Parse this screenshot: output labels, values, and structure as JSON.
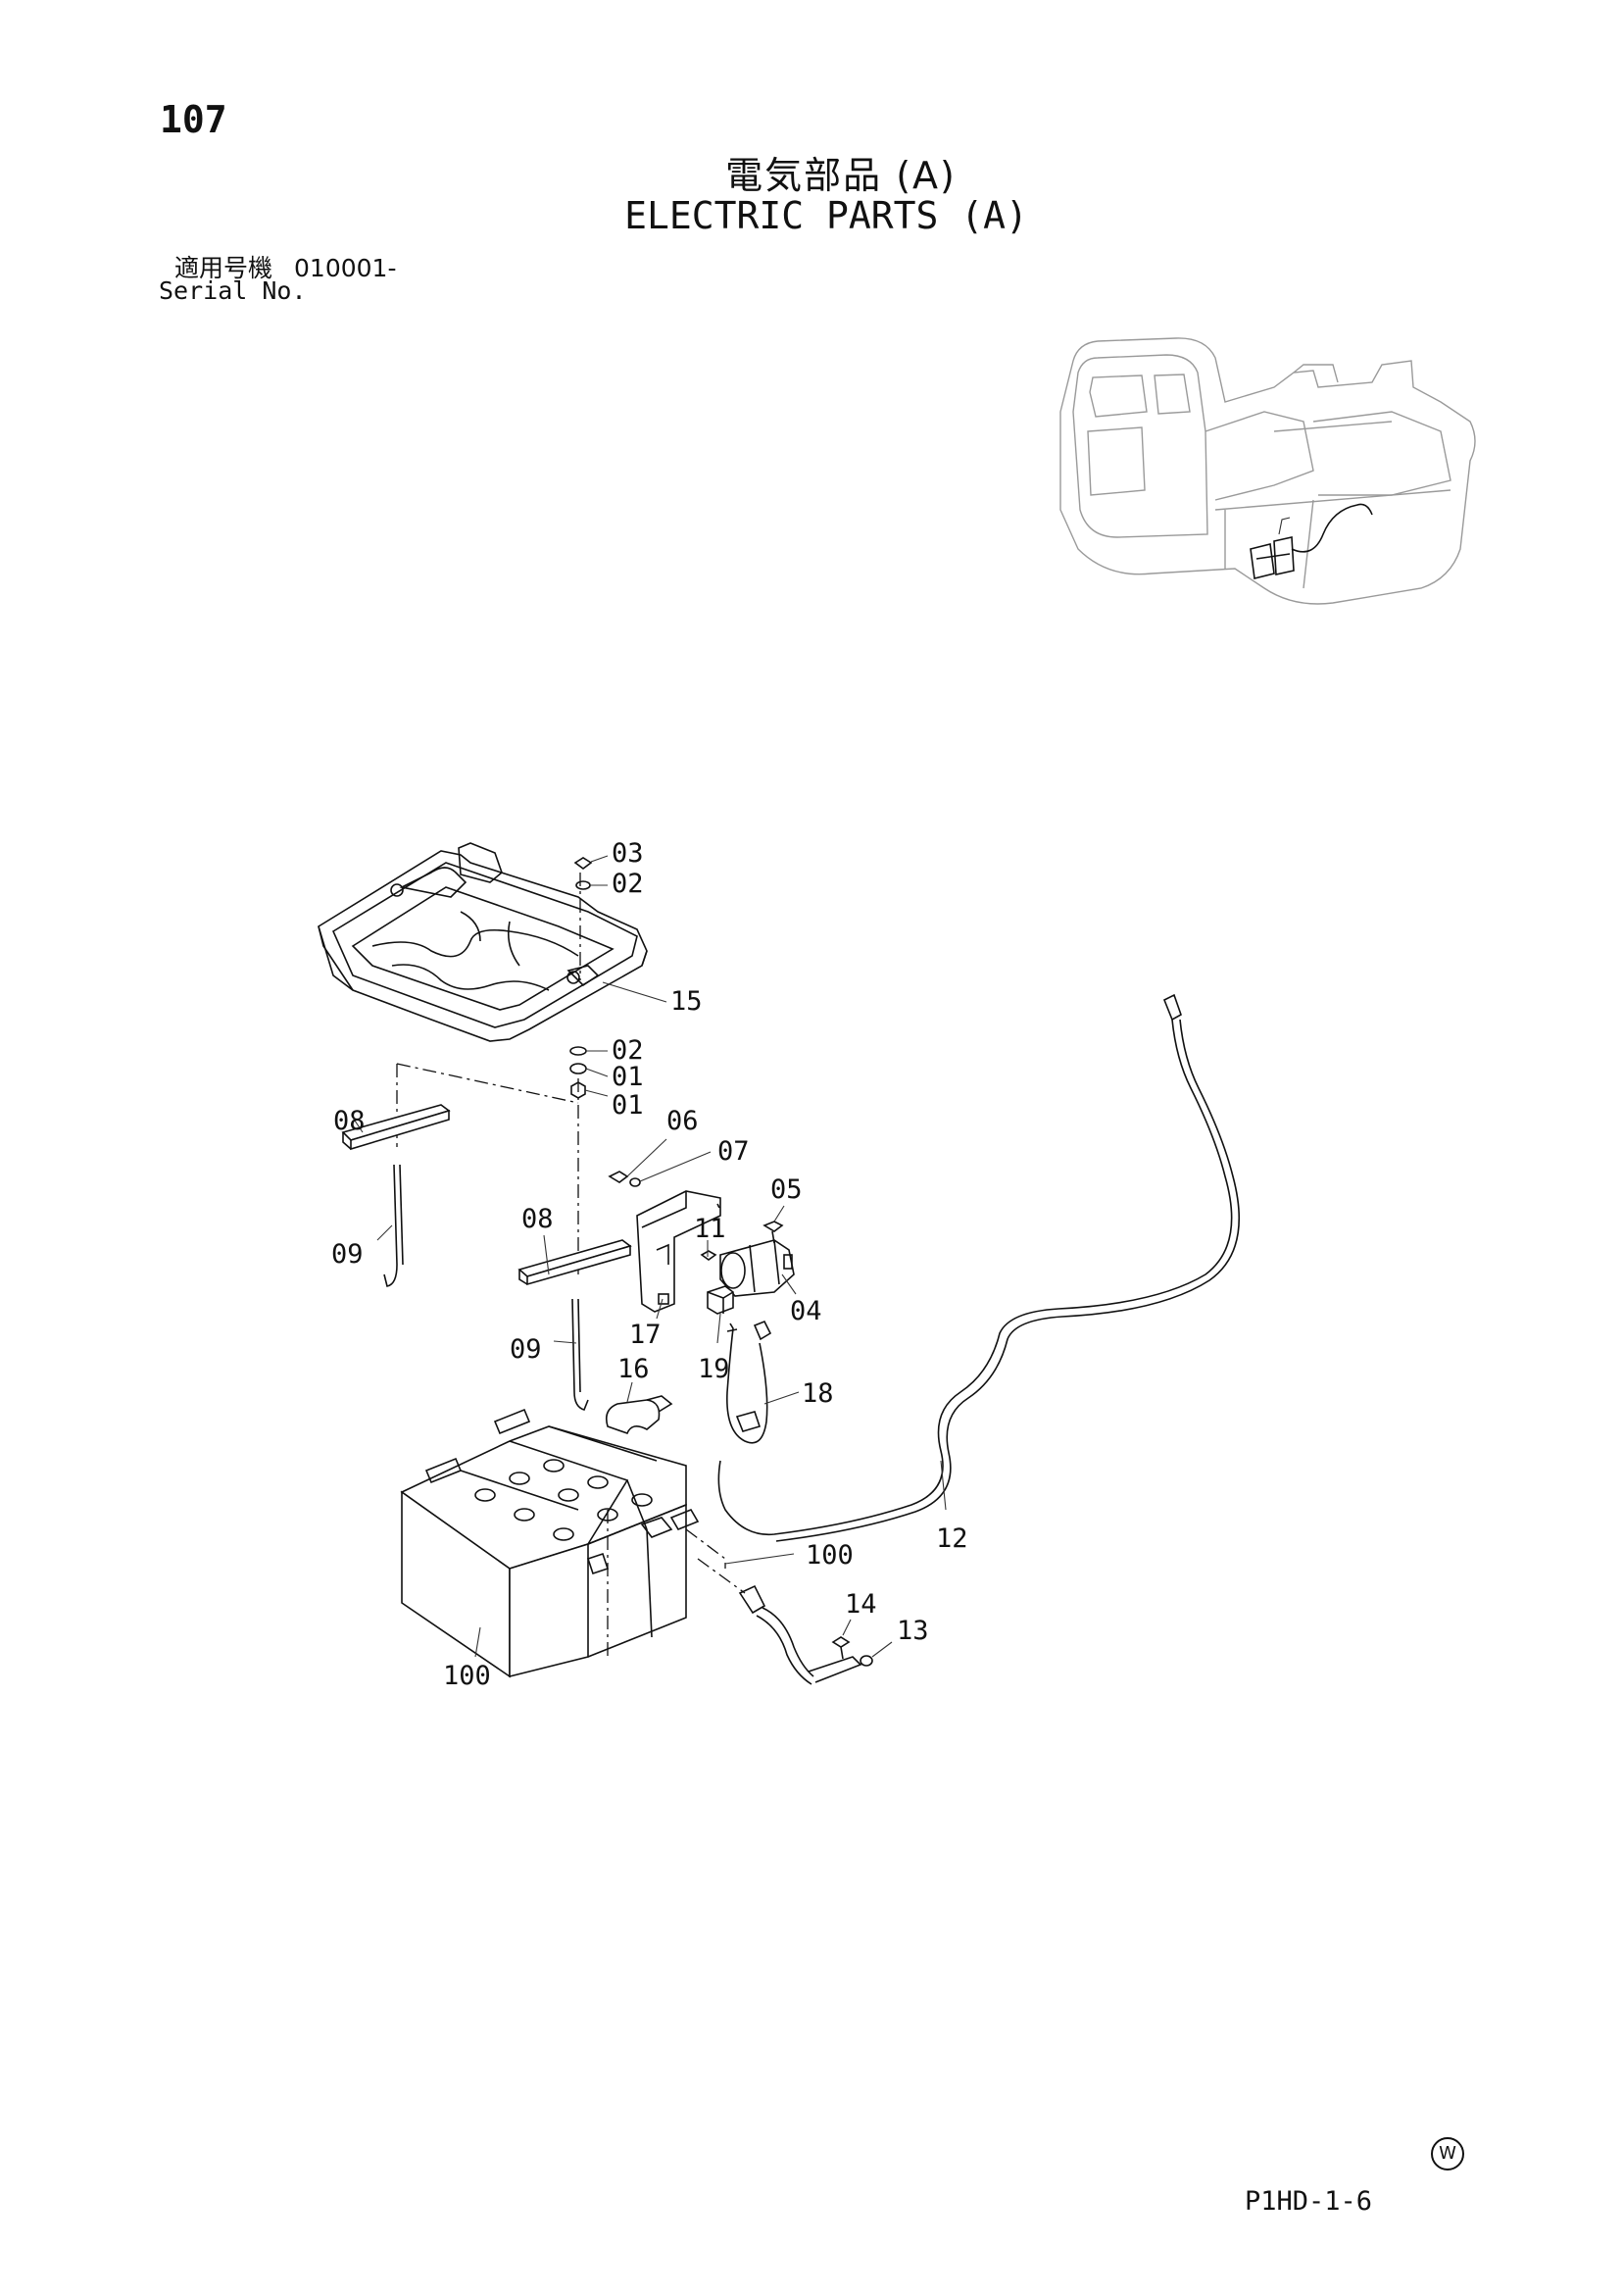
{
  "header": {
    "page_number": "107",
    "title_jp": "電気部品 (A)",
    "title_en": "ELECTRIC PARTS (A)",
    "serial_label_jp": "適用号機",
    "serial_value": "010001-",
    "serial_label_en": "Serial No."
  },
  "callouts": {
    "c03": "03",
    "c02a": "02",
    "c15": "15",
    "c02b": "02",
    "c01a": "01",
    "c01b": "01",
    "c06": "06",
    "c07": "07",
    "c08a": "08",
    "c05": "05",
    "c09a": "09",
    "c08b": "08",
    "c11": "11",
    "c04": "04",
    "c17": "17",
    "c09b": "09",
    "c19": "19",
    "c16": "16",
    "c18": "18",
    "c100a": "100",
    "c12": "12",
    "c14": "14",
    "c13": "13",
    "c100b": "100"
  },
  "footer": {
    "watermark_letter": "W",
    "doc_code": "P1HD-1-6"
  }
}
